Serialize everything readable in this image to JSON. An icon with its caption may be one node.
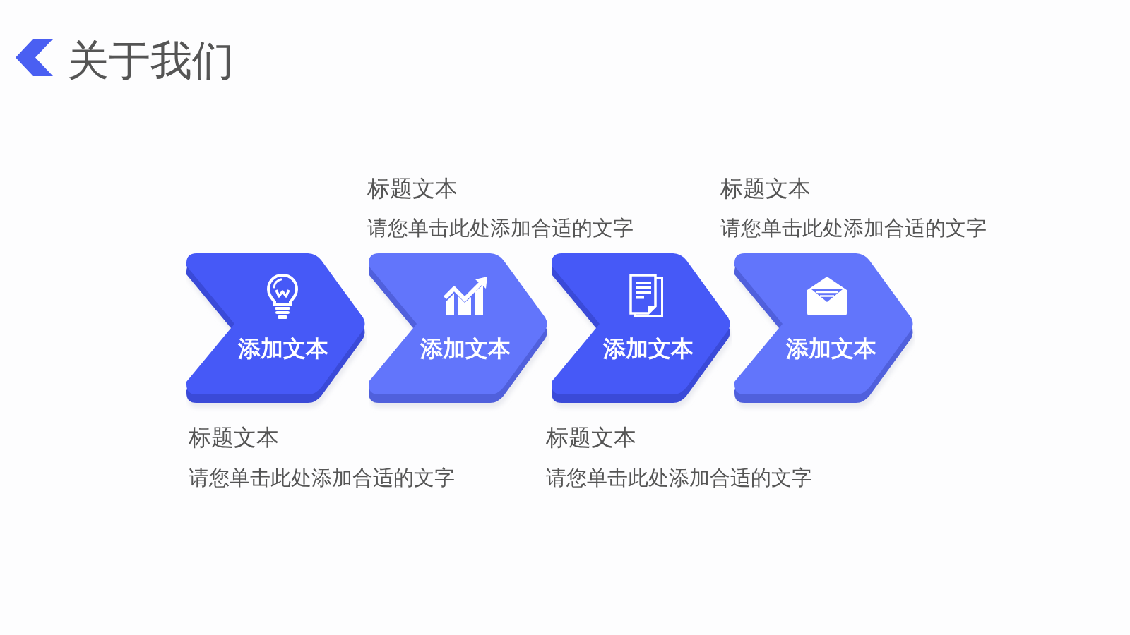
{
  "diagram": {
    "title": "关于我们",
    "nodes": [
      {
        "text": [
          "添加文本"
        ],
        "beside": [
          "标题文本",
          "请您单击此处添加合适的文字"
        ]
      },
      {
        "text": [
          "添加文本"
        ],
        "beside": [
          "标题文本",
          "请您单击此处添加合适的文字"
        ]
      },
      {
        "text": [
          "添加文本"
        ],
        "beside": [
          "标题文本",
          "请您单击此处添加合适的文字"
        ]
      },
      {
        "text": [
          "添加文本"
        ],
        "beside": [
          "标题文本",
          "请您单击此处添加合适的文字"
        ]
      }
    ]
  }
}
